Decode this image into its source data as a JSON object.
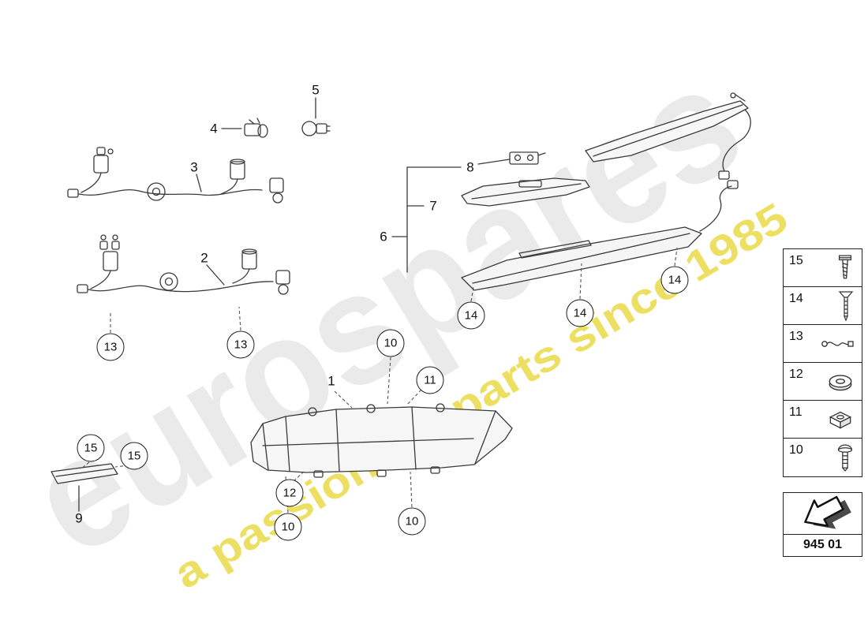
{
  "watermark": {
    "brand": "eurospares",
    "tagline": "a passion for parts since 1985",
    "brand_color": "#d9d9d9",
    "tagline_color": "#e9d83c"
  },
  "diagram_code": "945 01",
  "plain_labels": [
    {
      "text": "5"
    },
    {
      "text": "4"
    },
    {
      "text": "3"
    },
    {
      "text": "8"
    },
    {
      "text": "7"
    },
    {
      "text": "6"
    },
    {
      "text": "2"
    },
    {
      "text": "1"
    },
    {
      "text": "9"
    }
  ],
  "circled_callouts": [
    {
      "text": "13"
    },
    {
      "text": "13"
    },
    {
      "text": "14"
    },
    {
      "text": "14"
    },
    {
      "text": "14"
    },
    {
      "text": "10"
    },
    {
      "text": "11"
    },
    {
      "text": "12"
    },
    {
      "text": "10"
    },
    {
      "text": "10"
    },
    {
      "text": "15"
    },
    {
      "text": "15"
    }
  ],
  "legend": {
    "rows": [
      {
        "number": "15",
        "icon": "screw-icon"
      },
      {
        "number": "14",
        "icon": "countersunk-screw-icon"
      },
      {
        "number": "13",
        "icon": "bulb-wiring-icon"
      },
      {
        "number": "12",
        "icon": "grommet-icon"
      },
      {
        "number": "11",
        "icon": "clip-nut-icon"
      },
      {
        "number": "10",
        "icon": "rivet-icon"
      }
    ]
  },
  "code_box": {
    "icon": "direction-arrow-icon",
    "code": "945 01"
  }
}
